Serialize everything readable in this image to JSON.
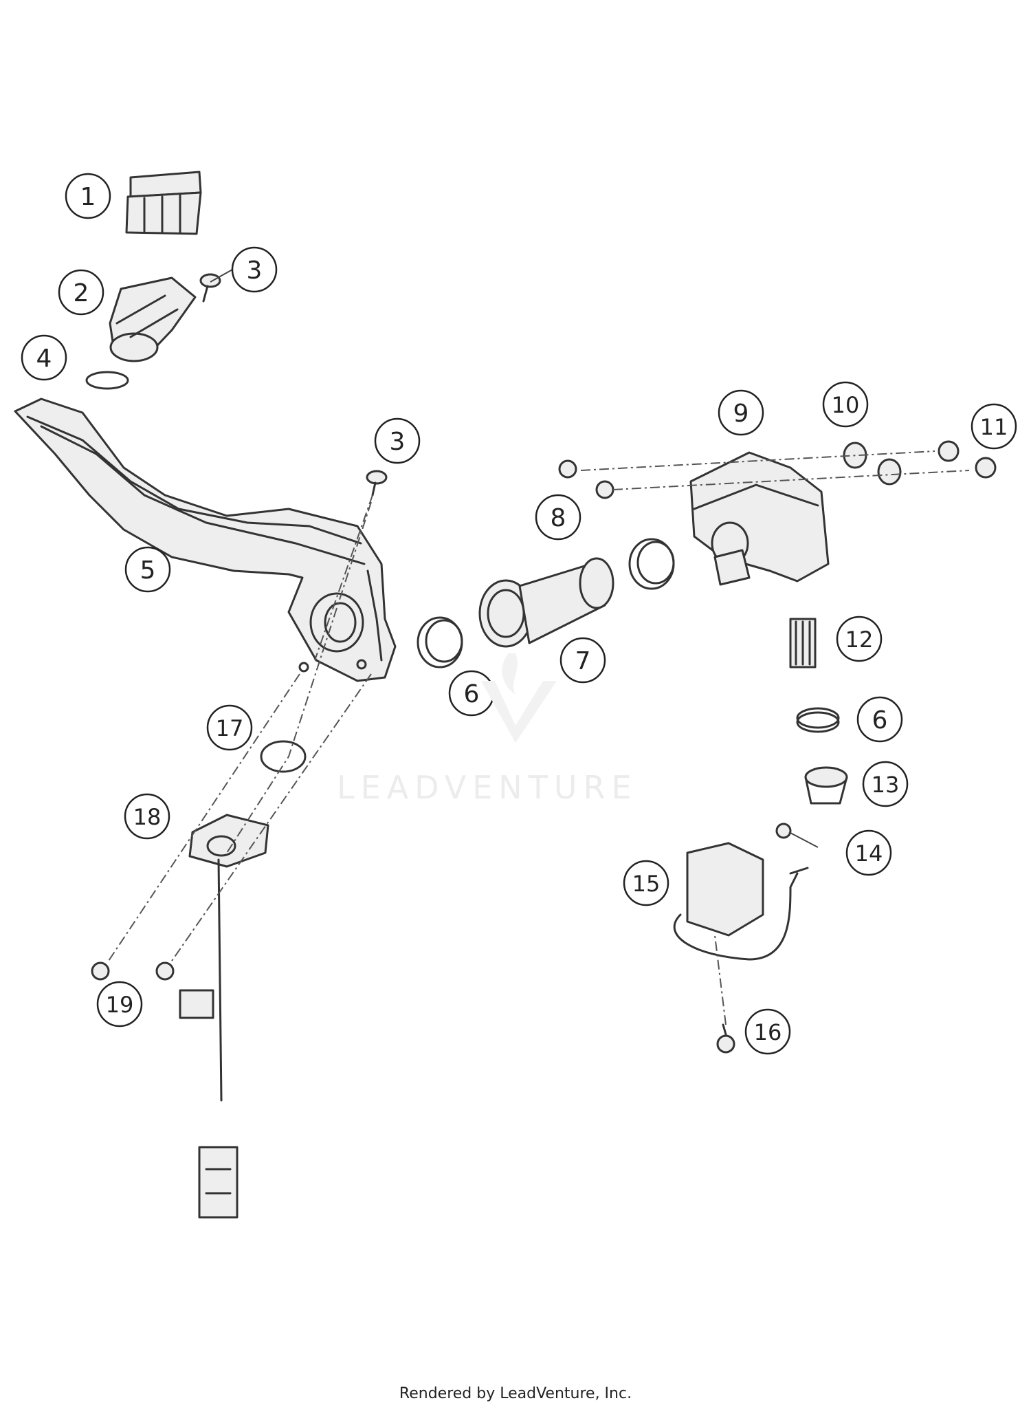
{
  "diagram": {
    "watermark": "LEADVENTURE",
    "credit": "Rendered by LeadVenture, Inc.",
    "callouts": [
      {
        "id": "c1",
        "label": "1"
      },
      {
        "id": "c2",
        "label": "2"
      },
      {
        "id": "c3a",
        "label": "3"
      },
      {
        "id": "c3b",
        "label": "3"
      },
      {
        "id": "c4",
        "label": "4"
      },
      {
        "id": "c5",
        "label": "5"
      },
      {
        "id": "c6a",
        "label": "6"
      },
      {
        "id": "c6b",
        "label": "6"
      },
      {
        "id": "c7",
        "label": "7"
      },
      {
        "id": "c8",
        "label": "8"
      },
      {
        "id": "c9",
        "label": "9"
      },
      {
        "id": "c10",
        "label": "10"
      },
      {
        "id": "c11",
        "label": "11"
      },
      {
        "id": "c12",
        "label": "12"
      },
      {
        "id": "c13",
        "label": "13"
      },
      {
        "id": "c14",
        "label": "14"
      },
      {
        "id": "c15",
        "label": "15"
      },
      {
        "id": "c16",
        "label": "16"
      },
      {
        "id": "c17",
        "label": "17"
      },
      {
        "id": "c18",
        "label": "18"
      },
      {
        "id": "c19",
        "label": "19"
      }
    ]
  }
}
